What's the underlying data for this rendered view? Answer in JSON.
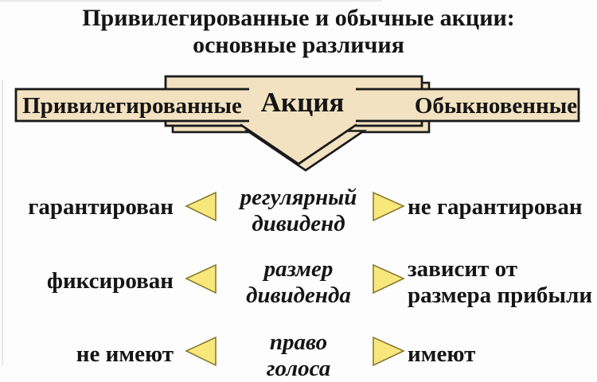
{
  "title": {
    "line1": "Привилегированные и обычные акции:",
    "line2": "основные различия"
  },
  "banner": {
    "left_label": "Привилегированные",
    "center_label": "Акция",
    "right_label": "Обыкновенные"
  },
  "rows": [
    {
      "left": "гарантирован",
      "center_line1": "регулярный",
      "center_line2": "дивиденд",
      "right_line1": "не гарантирован",
      "right_line2": ""
    },
    {
      "left": "фиксирован",
      "center_line1": "размер",
      "center_line2": "дивиденда",
      "right_line1": "зависит от",
      "right_line2": "размера прибыли"
    },
    {
      "left": "не имеют",
      "center_line1": "право",
      "center_line2": "голоса",
      "right_line1": "имеют",
      "right_line2": ""
    }
  ],
  "colors": {
    "shape_fill": "#F3E2C1",
    "shape_stroke": "#1a1a1a",
    "triangle_fill": "#F8E87C",
    "triangle_stroke": "#8A7A33",
    "text": "#151515",
    "background": "#FDFDFD"
  }
}
